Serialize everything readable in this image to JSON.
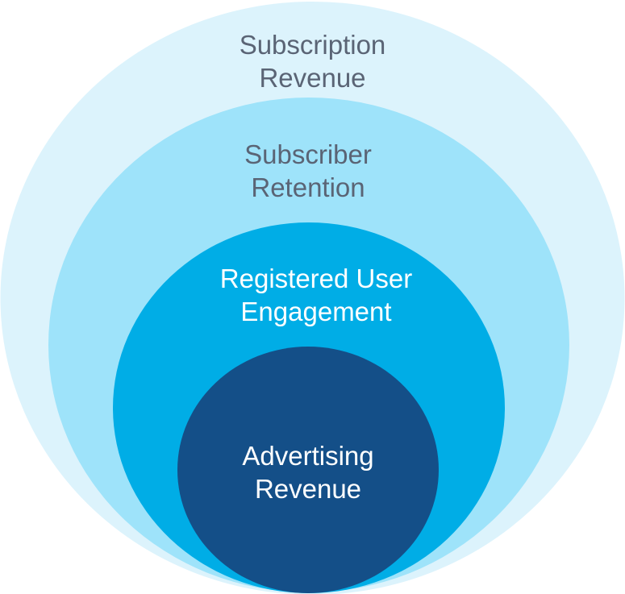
{
  "rings": [
    {
      "id": "subscription-revenue",
      "lines": [
        "Subscription",
        "Revenue"
      ],
      "fill": "#dcf3fc",
      "text_color": "#5a6475"
    },
    {
      "id": "subscriber-retention",
      "lines": [
        "Subscriber",
        "Retention"
      ],
      "fill": "#9ee3fa",
      "text_color": "#5a6475"
    },
    {
      "id": "registered-user-engagement",
      "lines": [
        "Registered User",
        "Engagement"
      ],
      "fill": "#00ade6",
      "text_color": "#ffffff"
    },
    {
      "id": "advertising-revenue",
      "lines": [
        "Advertising",
        "Revenue"
      ],
      "fill": "#144f88",
      "text_color": "#ffffff"
    }
  ]
}
